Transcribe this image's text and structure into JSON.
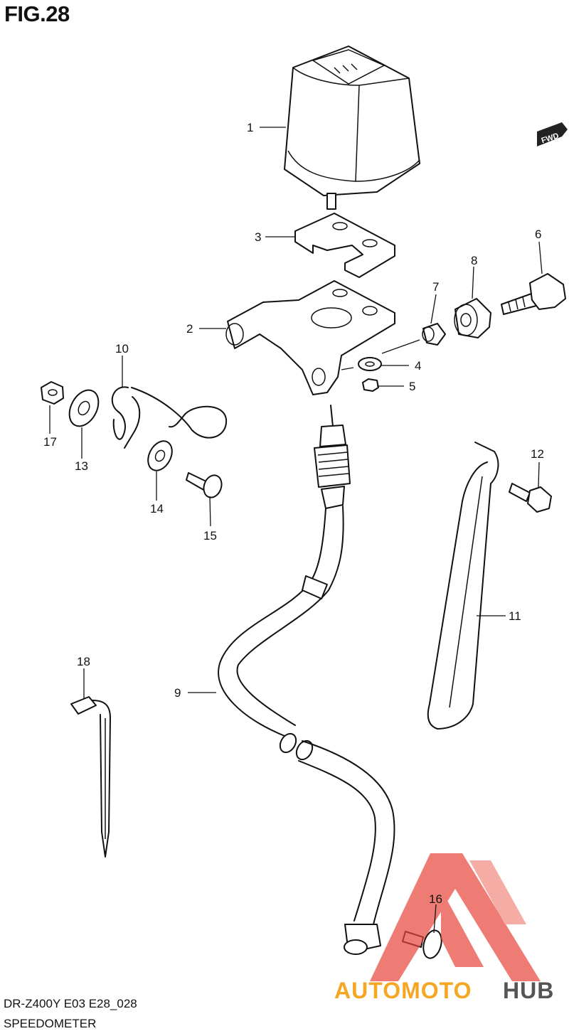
{
  "figure": {
    "title": "FIG.28",
    "model_code": "DR-Z400Y E03 E28_028",
    "section_name": "SPEEDOMETER",
    "direction_badge": "FWD"
  },
  "watermark": {
    "text_orange": "AUTOMOTO",
    "text_gray": "HUB",
    "colors": {
      "red": "#e8463c",
      "orange": "#f5a623",
      "gray": "#555555"
    }
  },
  "callouts": [
    "1",
    "2",
    "3",
    "4",
    "5",
    "6",
    "7",
    "8",
    "9",
    "10",
    "11",
    "12",
    "13",
    "14",
    "15",
    "16",
    "17",
    "18"
  ]
}
